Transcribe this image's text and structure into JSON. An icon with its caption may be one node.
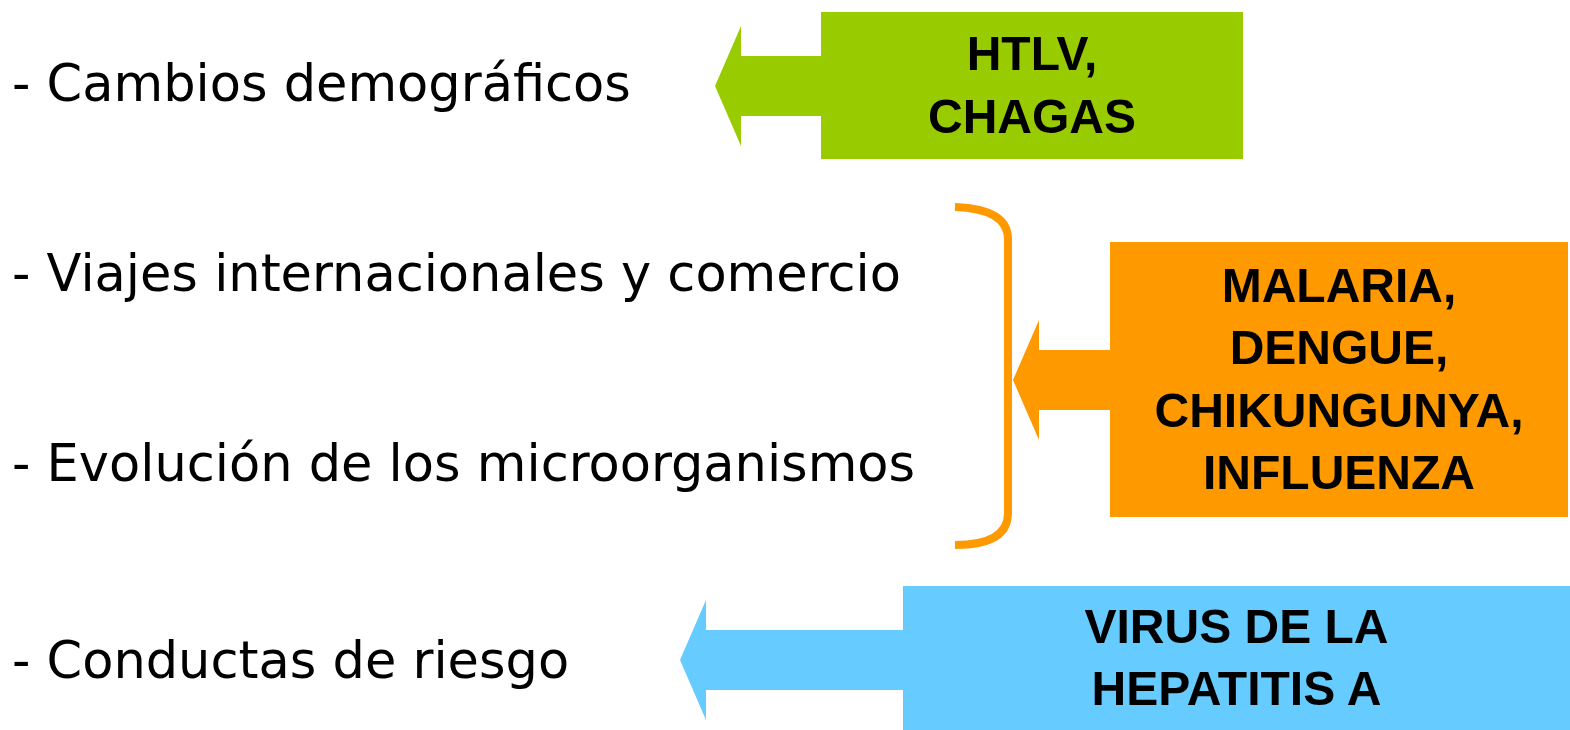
{
  "diagram": {
    "nodes": [
      {
        "text": [
          "- Cambios demográficos"
        ]
      },
      {
        "text": [
          "HTLV, CHAGAS"
        ]
      },
      {
        "text": [
          "- Viajes internacionales y comercio"
        ]
      },
      {
        "text": [
          "- Evolución de los microorganismos"
        ]
      },
      {
        "text": [],
        "shape": "bracket"
      },
      {
        "text": [
          "MALARIA, DENGUE, CHIKUNGUNYA, INFLUENZA"
        ]
      },
      {
        "text": [
          "- Conductas de riesgo"
        ]
      },
      {
        "text": [
          "VIRUS DE LA HEPATITIS A"
        ]
      }
    ],
    "edges": [
      {
        "from": 1,
        "to": 0,
        "arrow": "to",
        "style": "thick",
        "color": "#99cc00"
      },
      {
        "from": 5,
        "to": 4,
        "arrow": "to",
        "style": "thick",
        "color": "#ff9900"
      },
      {
        "from": 7,
        "to": 6,
        "arrow": "to",
        "style": "thick",
        "color": "#66ccff"
      }
    ]
  }
}
